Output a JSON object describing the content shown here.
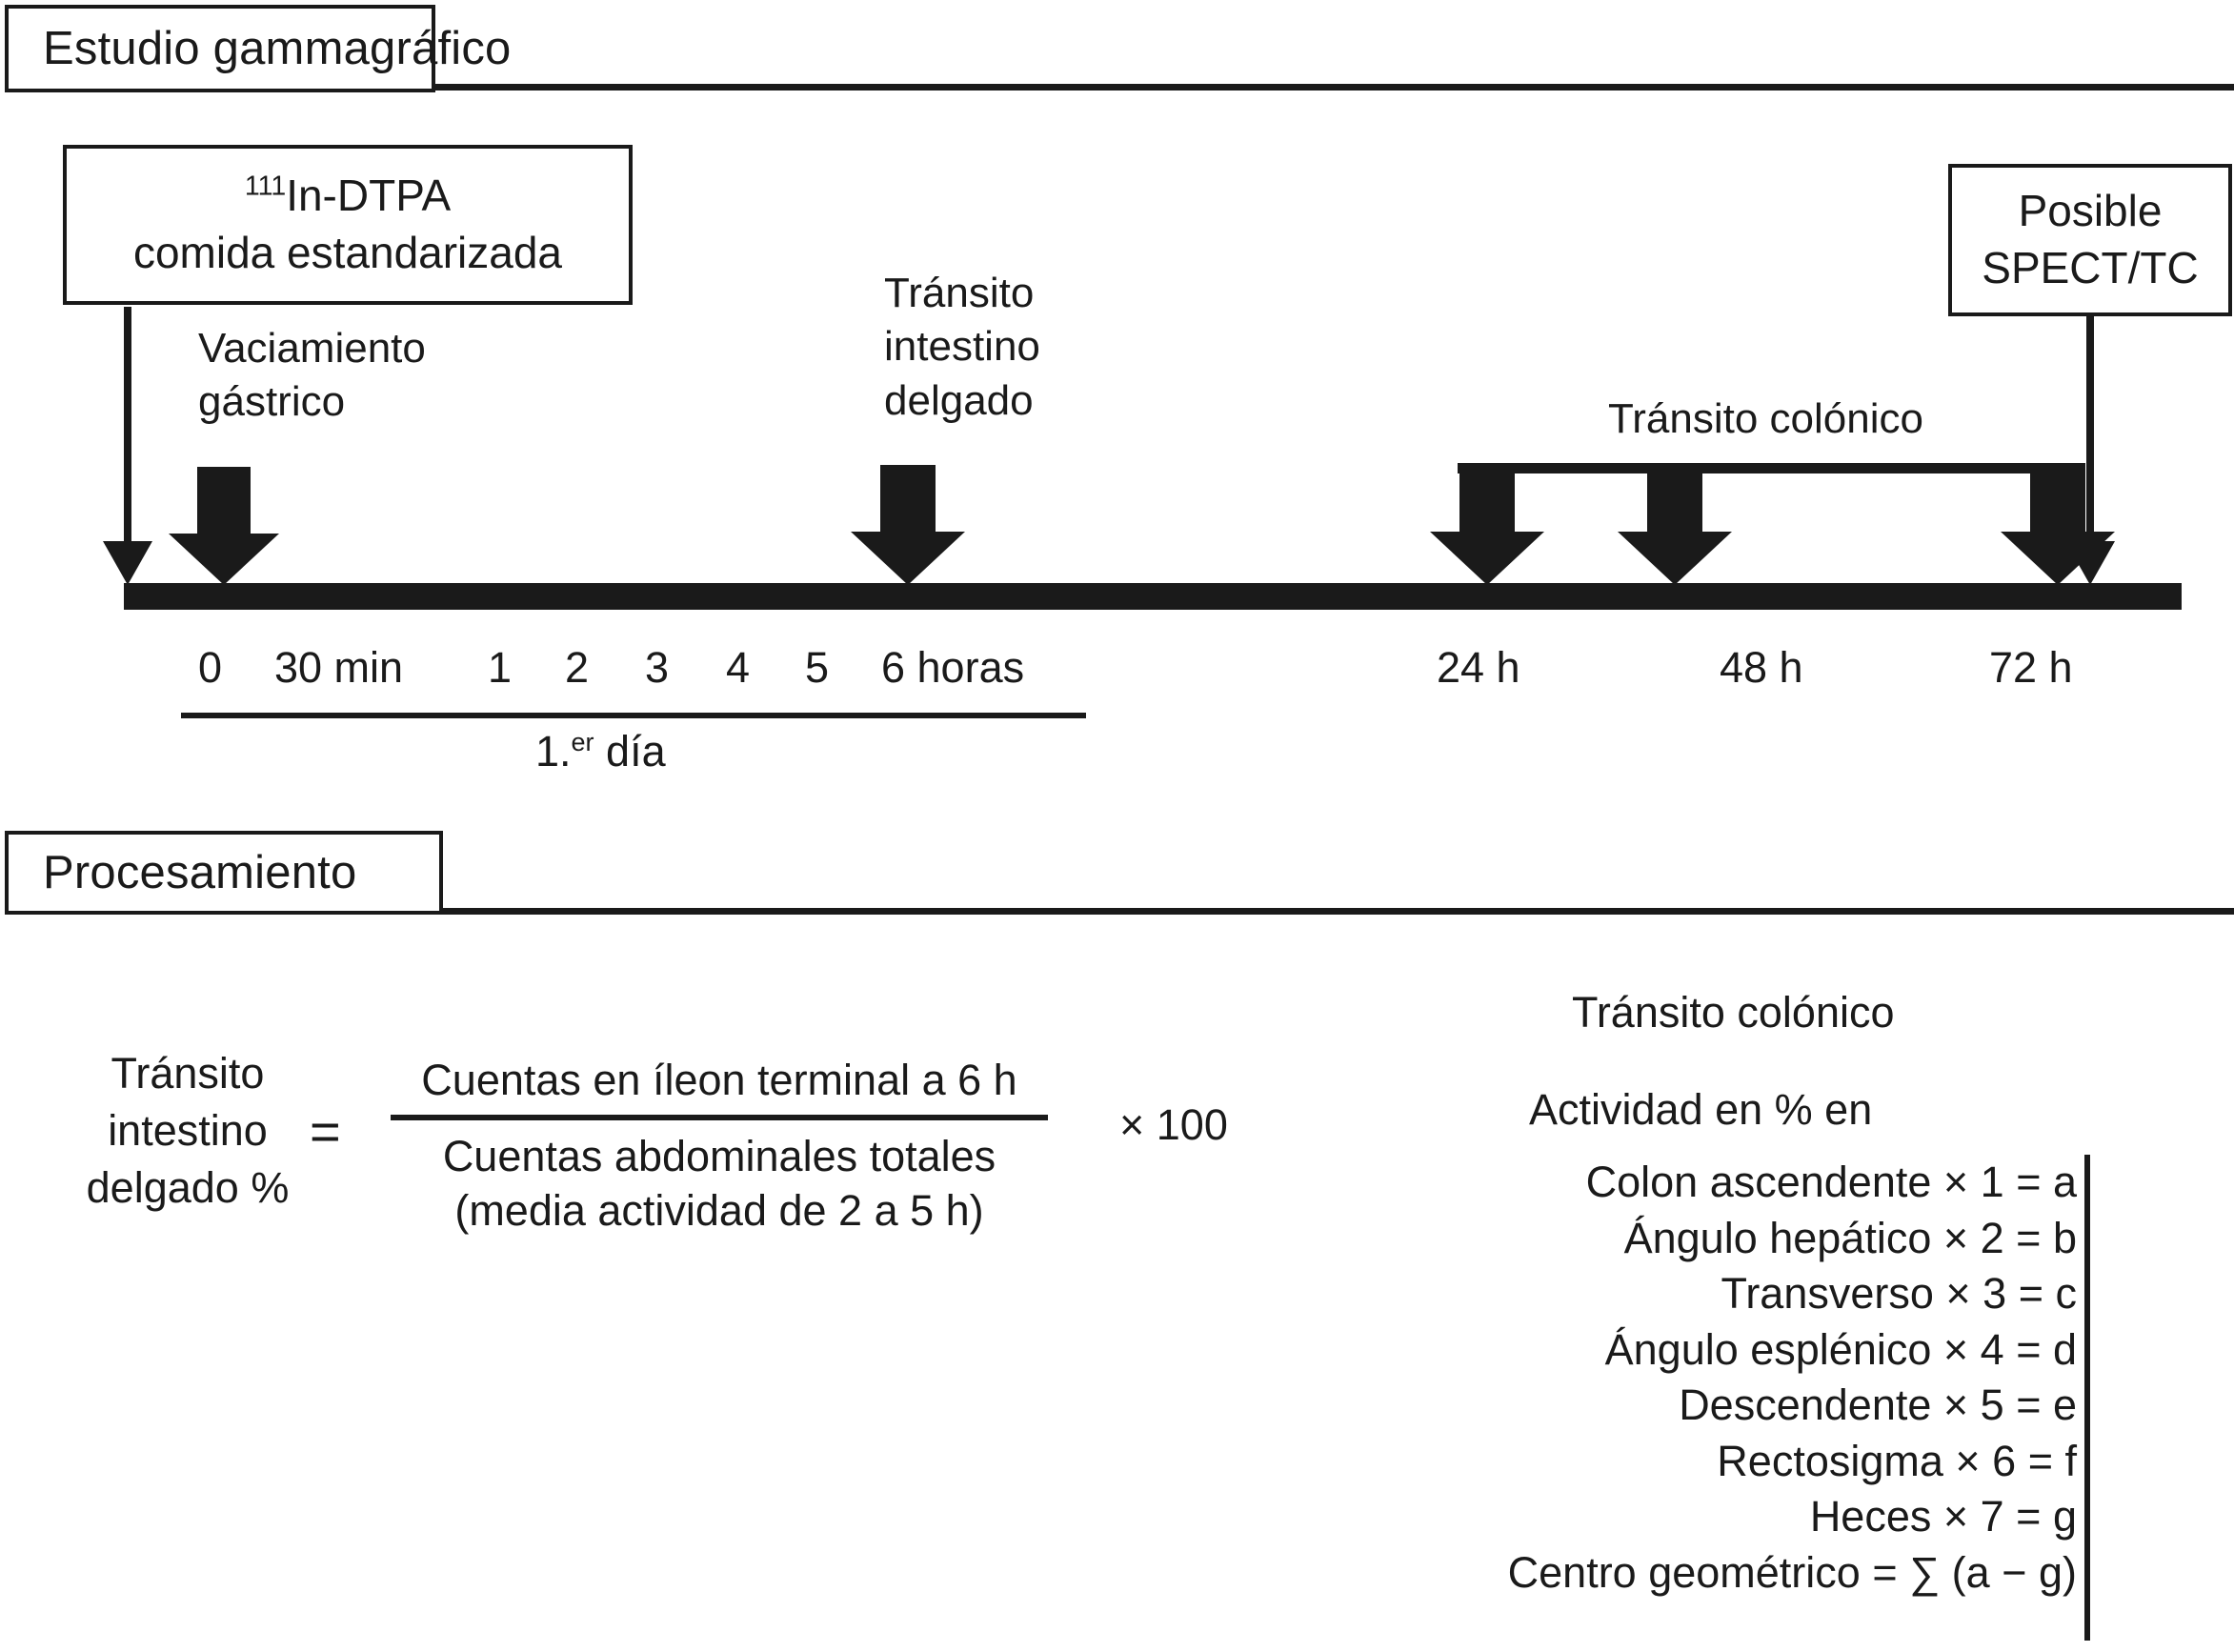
{
  "sections": {
    "study": {
      "title": "Estudio gammagráfico"
    },
    "processing": {
      "title": "Procesamiento"
    }
  },
  "callouts": {
    "tracer": {
      "line1_sup": "111",
      "line1": "In-DTPA",
      "line2": "comida estandarizada"
    },
    "spect": {
      "line1": "Posible",
      "line2": "SPECT/TC"
    }
  },
  "timeline": {
    "labels": {
      "gastric_emptying": "Vaciamiento\ngástrico",
      "small_bowel_transit": "Tránsito\nintestino\ndelgado",
      "colonic_transit": "Tránsito colónico"
    },
    "ticks": [
      {
        "text": "0"
      },
      {
        "text": "30 min"
      },
      {
        "text": "1"
      },
      {
        "text": "2"
      },
      {
        "text": "3"
      },
      {
        "text": "4"
      },
      {
        "text": "5"
      },
      {
        "text": "6 horas"
      }
    ],
    "day_label": {
      "prefix": "1.",
      "sup": "er",
      "suffix": " día"
    },
    "late_ticks": [
      {
        "text": "24 h"
      },
      {
        "text": "48 h"
      },
      {
        "text": "72 h"
      }
    ]
  },
  "processing": {
    "small_bowel": {
      "lhs": "Tránsito\nintestino\ndelgado %",
      "equals": "=",
      "numerator": "Cuentas en íleon terminal a 6 h",
      "denominator": "Cuentas abdominales totales\n(media actividad de 2 a 5 h)",
      "multiplier": "× 100"
    },
    "colonic": {
      "title": "Tránsito colónico",
      "subtitle": "Actividad en % en",
      "rows": [
        "Colon ascendente × 1 = a",
        "Ángulo hepático × 2 = b",
        "Transverso × 3 = c",
        "Ángulo esplénico × 4 = d",
        "Descendente × 5 = e",
        "Rectosigma × 6 = f",
        "Heces × 7 = g",
        "Centro geométrico = ∑ (a − g)"
      ]
    }
  },
  "colors": {
    "ink": "#1a1a1a",
    "paper": "#ffffff"
  }
}
